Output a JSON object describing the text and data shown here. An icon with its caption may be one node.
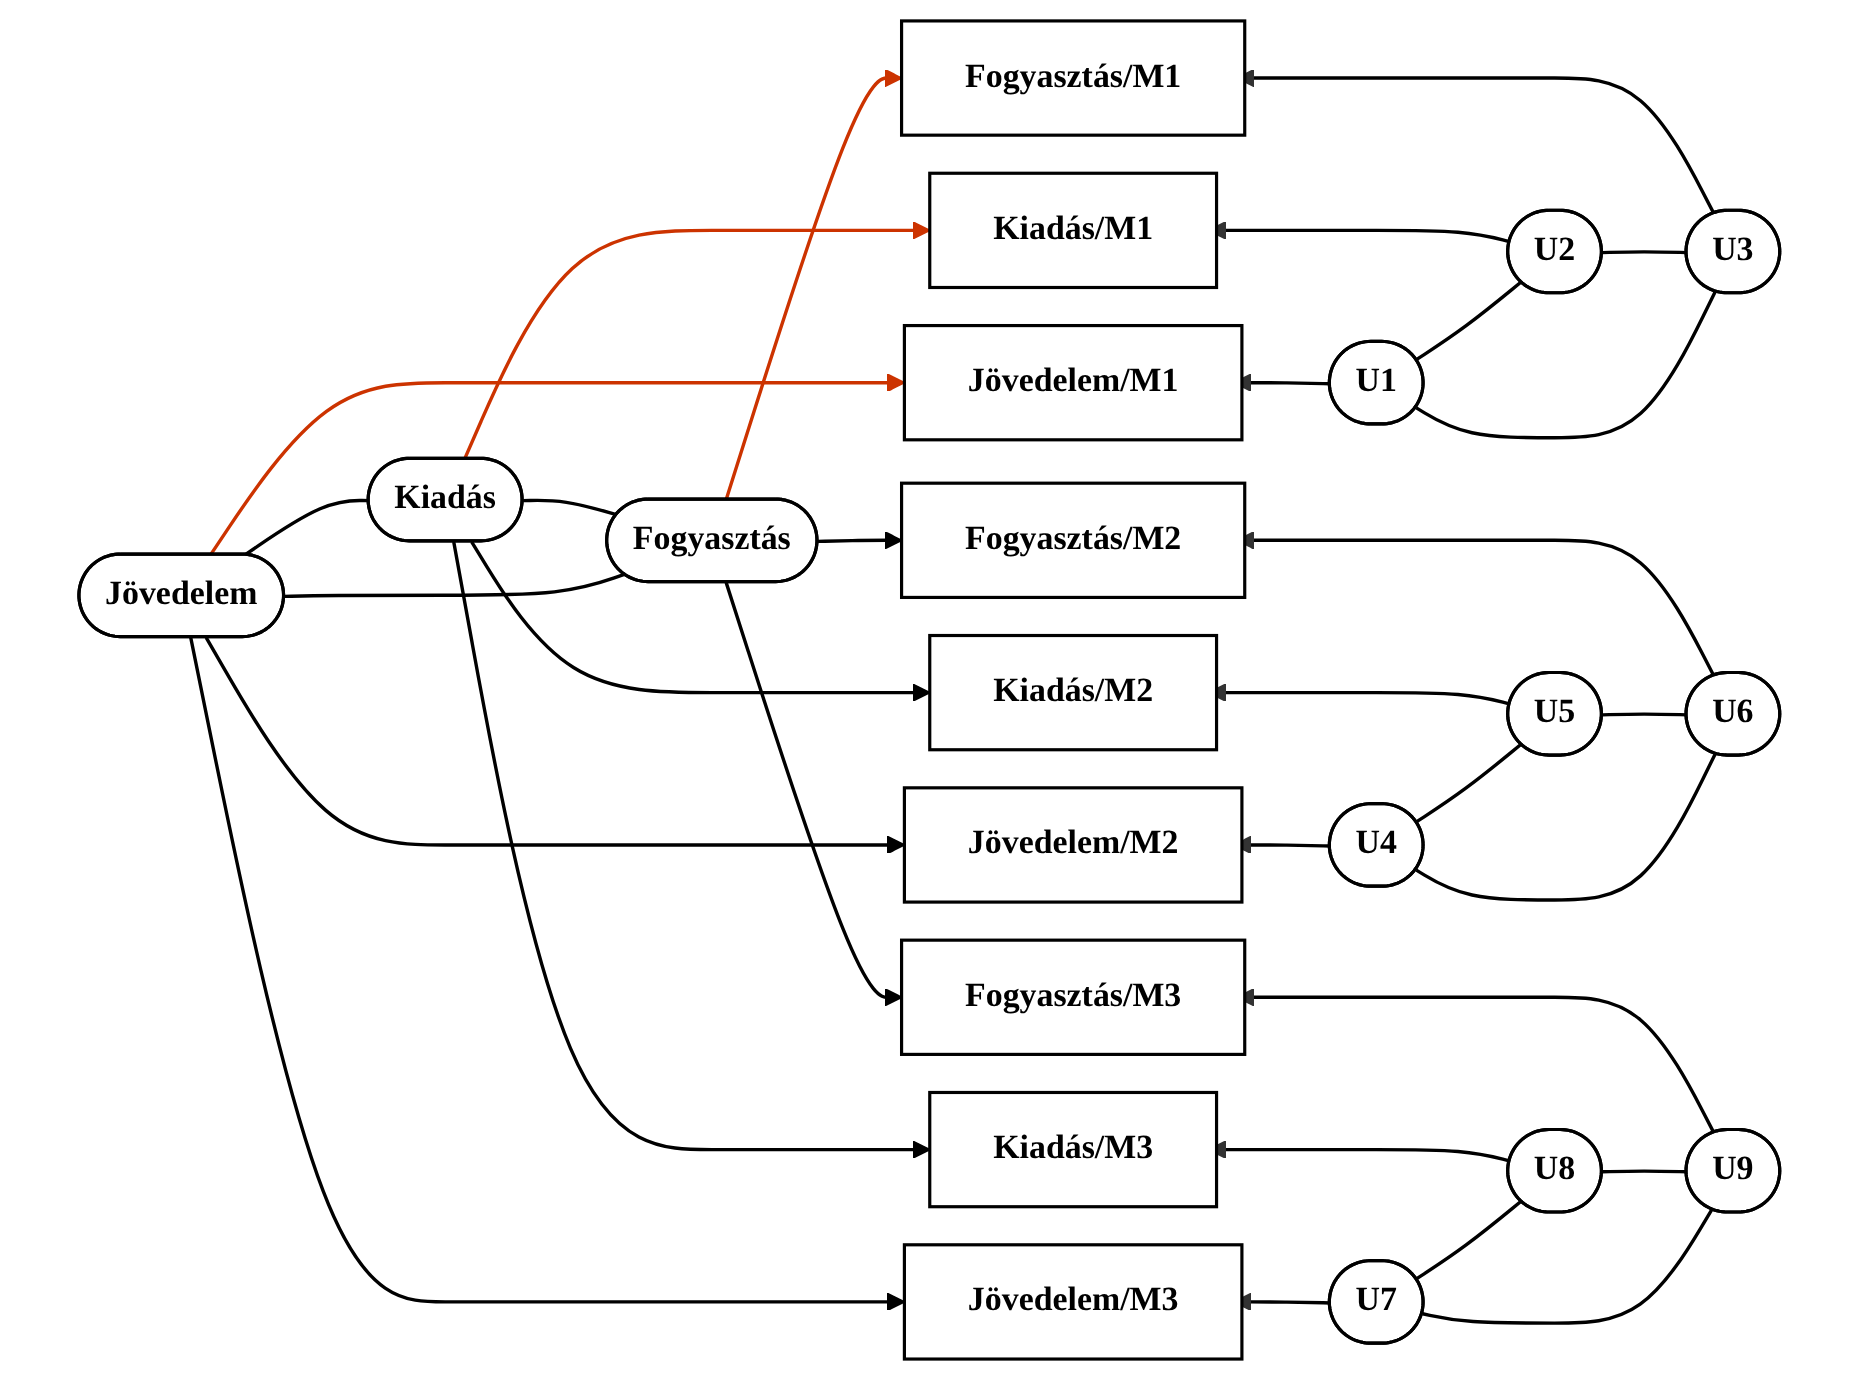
{
  "diagram": {
    "nodes": [
      {
        "text": [
          "Jövedelem"
        ]
      },
      {
        "text": [
          "Kiadás"
        ]
      },
      {
        "text": [
          "Fogyasztás"
        ]
      },
      {
        "text": [
          "Jövedelem/M1"
        ]
      },
      {
        "text": [
          "Kiadás/M1"
        ]
      },
      {
        "text": [
          "Fogyasztás/M1"
        ]
      },
      {
        "text": [
          "Jövedelem/M2"
        ]
      },
      {
        "text": [
          "Kiadás/M2"
        ]
      },
      {
        "text": [
          "Fogyasztás/M2"
        ]
      },
      {
        "text": [
          "Jövedelem/M3"
        ]
      },
      {
        "text": [
          "Kiadás/M3"
        ]
      },
      {
        "text": [
          "Fogyasztás/M3"
        ]
      },
      {
        "text": [
          "U1"
        ]
      },
      {
        "text": [
          "U2"
        ]
      },
      {
        "text": [
          "U3"
        ]
      },
      {
        "text": [
          "U4"
        ]
      },
      {
        "text": [
          "U5"
        ]
      },
      {
        "text": [
          "U6"
        ]
      },
      {
        "text": [
          "U7"
        ]
      },
      {
        "text": [
          "U8"
        ]
      },
      {
        "text": [
          "U9"
        ]
      }
    ],
    "edges": [
      {
        "from": 0,
        "to": 3,
        "arrow": "to",
        "color": "#cc3300"
      },
      {
        "from": 0,
        "to": 6,
        "arrow": "to"
      },
      {
        "from": 0,
        "to": 9,
        "arrow": "to"
      },
      {
        "from": 1,
        "to": 4,
        "arrow": "to",
        "color": "#cc3300"
      },
      {
        "from": 1,
        "to": 7,
        "arrow": "to"
      },
      {
        "from": 1,
        "to": 10,
        "arrow": "to"
      },
      {
        "from": 2,
        "to": 5,
        "arrow": "to",
        "color": "#cc3300"
      },
      {
        "from": 2,
        "to": 8,
        "arrow": "to"
      },
      {
        "from": 2,
        "to": 11,
        "arrow": "to"
      },
      {
        "from": 0,
        "to": 1,
        "arrow": "none"
      },
      {
        "from": 1,
        "to": 2,
        "arrow": "none"
      },
      {
        "from": 0,
        "to": 2,
        "arrow": "none"
      },
      {
        "from": 12,
        "to": 3,
        "arrow": "to"
      },
      {
        "from": 13,
        "to": 4,
        "arrow": "to"
      },
      {
        "from": 14,
        "to": 5,
        "arrow": "to"
      },
      {
        "from": 15,
        "to": 6,
        "arrow": "to"
      },
      {
        "from": 16,
        "to": 7,
        "arrow": "to"
      },
      {
        "from": 17,
        "to": 8,
        "arrow": "to"
      },
      {
        "from": 18,
        "to": 9,
        "arrow": "to"
      },
      {
        "from": 19,
        "to": 10,
        "arrow": "to"
      },
      {
        "from": 20,
        "to": 11,
        "arrow": "to"
      },
      {
        "from": 12,
        "to": 13,
        "arrow": "none"
      },
      {
        "from": 13,
        "to": 14,
        "arrow": "none"
      },
      {
        "from": 12,
        "to": 14,
        "arrow": "none"
      },
      {
        "from": 15,
        "to": 16,
        "arrow": "none"
      },
      {
        "from": 16,
        "to": 17,
        "arrow": "none"
      },
      {
        "from": 15,
        "to": 17,
        "arrow": "none"
      },
      {
        "from": 18,
        "to": 19,
        "arrow": "none"
      },
      {
        "from": 19,
        "to": 20,
        "arrow": "none"
      },
      {
        "from": 18,
        "to": 20,
        "arrow": "none"
      }
    ]
  }
}
